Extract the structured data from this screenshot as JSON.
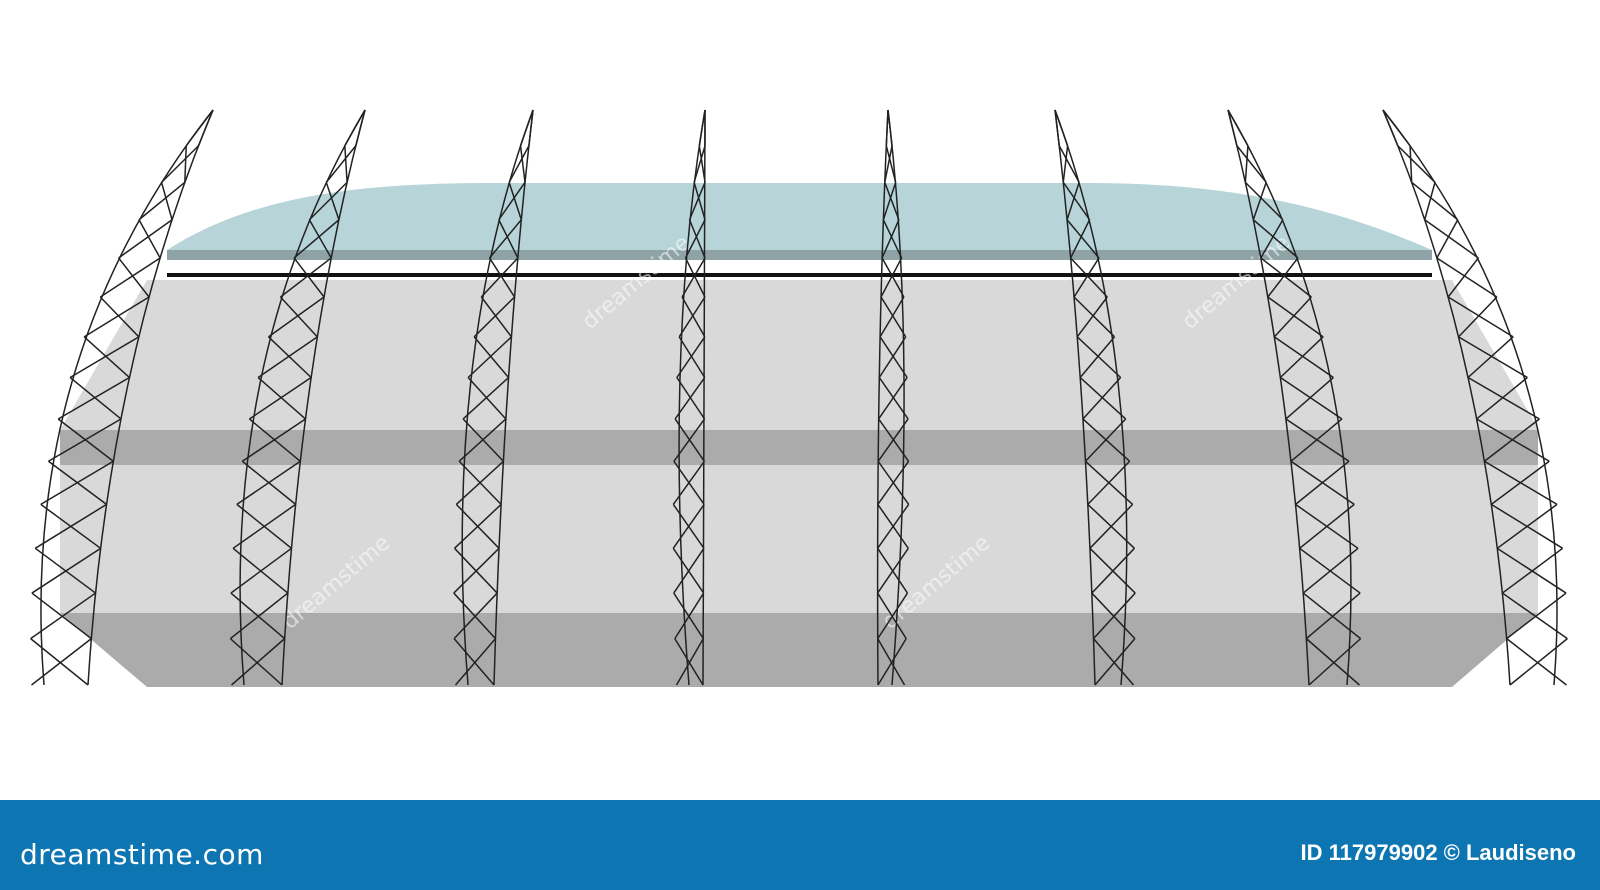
{
  "colors": {
    "background": "#ffffff",
    "roof": "#b7d4d9",
    "roof_edge": "#8fa3a6",
    "stand_light": "#d9d9d9",
    "stand_dark": "#ababab",
    "truss": "#222222",
    "footer": "#0d76b2"
  },
  "illustration": {
    "subject": "stadium-with-arch-trusses",
    "watermark_brand": "dreamstime"
  },
  "footer": {
    "brand": "dreamstime.com",
    "credit": "ID 117979902 © Laudiseno"
  }
}
